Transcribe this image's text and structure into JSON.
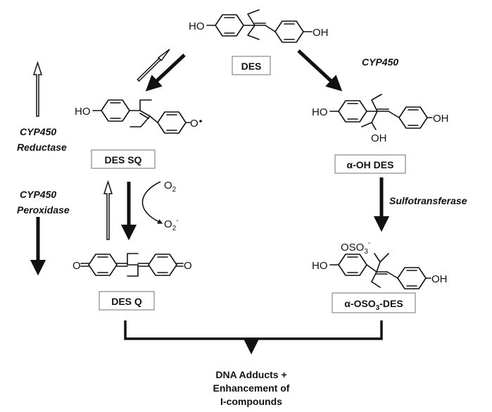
{
  "compounds": {
    "des": {
      "box": "DES"
    },
    "des_sq": {
      "box": "DES SQ"
    },
    "des_q": {
      "box": "DES Q"
    },
    "alpha_oh_des": {
      "box": "α-OH DES"
    },
    "alpha_oso3_des": {
      "box_main": "α-OSO",
      "box_sub": "3",
      "box_tail": "-DES"
    }
  },
  "atoms": {
    "ho": "HO",
    "oh": "OH",
    "o": "O",
    "oso3": "OSO",
    "sub3": "3",
    "minus": "-"
  },
  "enzymes": {
    "cyp450": "CYP450",
    "reductase_line1": "CYP450",
    "reductase_line2": "Reductase",
    "peroxidase_line1": "CYP450",
    "peroxidase_line2": "Peroxidase",
    "sulfotransferase": "Sulfotransferase"
  },
  "oxygen": {
    "o2": "O",
    "o2_sub": "2",
    "superoxide": "O",
    "superoxide_sub": "2",
    "superoxide_charge": "-"
  },
  "final_product": {
    "line1": "DNA Adducts +",
    "line2": "Enhancement of",
    "line3": "I-compounds"
  }
}
